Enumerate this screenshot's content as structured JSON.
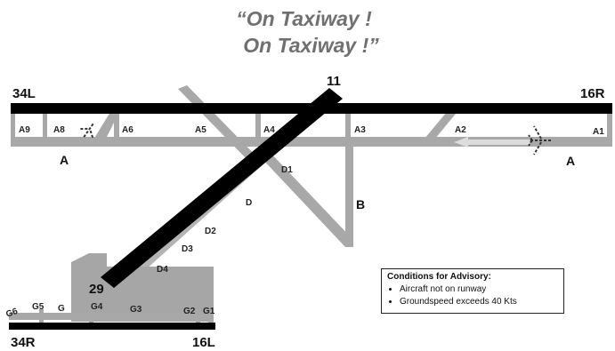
{
  "title": {
    "line1": "“On Taxiway !",
    "line2": "On Taxiway !”"
  },
  "runways": {
    "north_left": "34L",
    "north_right": "16R",
    "diagonal": "11",
    "diagonal_end": "29",
    "south_left": "34R",
    "south_right": "16L"
  },
  "taxiways": {
    "A9": "A9",
    "A8": "A8",
    "A6": "A6",
    "A5": "A5",
    "A4": "A4",
    "A3": "A3",
    "A2": "A2",
    "A1": "A1",
    "A_left": "A",
    "A_right": "A",
    "B": "B",
    "D": "D",
    "D1": "D1",
    "D2": "D2",
    "D3": "D3",
    "D4": "D4",
    "G6": "G6",
    "G5": "G5",
    "G": "G",
    "G4": "G4",
    "G3": "G3",
    "G2": "G2",
    "G1": "G1"
  },
  "conditions": {
    "heading": "Conditions for Advisory:",
    "items": [
      "Aircraft not on runway",
      "Groundspeed exceeds 40 Kts"
    ]
  },
  "colors": {
    "runway": "#000000",
    "taxiway": "#a8a8a8",
    "apron": "#a6a6a6",
    "title": "#707070",
    "arrow": "#dcdcdc"
  },
  "icons": [
    "aircraft-icon",
    "direction-arrow-icon"
  ]
}
